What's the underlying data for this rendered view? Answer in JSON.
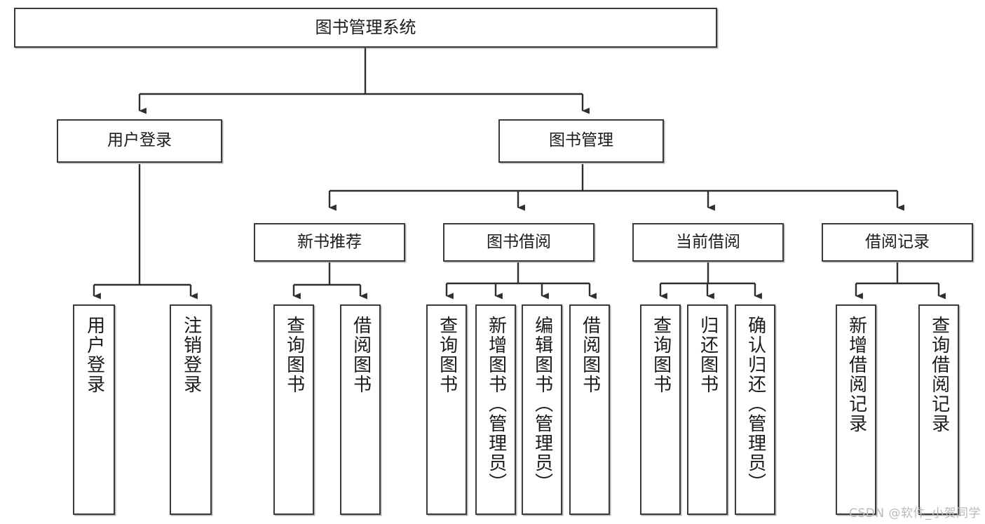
{
  "diagram": {
    "title": "图书管理系统",
    "type": "tree-hierarchy",
    "watermark": "CSDN @软件_小贺同学",
    "nodes": {
      "root": {
        "label": "图书管理系统"
      },
      "level2": [
        {
          "id": "user-login",
          "label": "用户登录"
        },
        {
          "id": "book-manage",
          "label": "图书管理"
        }
      ],
      "level3": [
        {
          "id": "new-book-recommend",
          "label": "新书推荐"
        },
        {
          "id": "book-borrow",
          "label": "图书借阅"
        },
        {
          "id": "current-borrow",
          "label": "当前借阅"
        },
        {
          "id": "borrow-record",
          "label": "借阅记录"
        }
      ],
      "leaves": [
        {
          "id": "leaf-user-login",
          "label": "用户登录",
          "parent": "user-login"
        },
        {
          "id": "leaf-logout-login",
          "label": "注销登录",
          "parent": "user-login"
        },
        {
          "id": "leaf-query-book-1",
          "label": "查询图书",
          "parent": "new-book-recommend"
        },
        {
          "id": "leaf-borrow-book-1",
          "label": "借阅图书",
          "parent": "new-book-recommend"
        },
        {
          "id": "leaf-query-book-2",
          "label": "查询图书",
          "parent": "book-borrow"
        },
        {
          "id": "leaf-add-book",
          "label": "新增图书（管理员）",
          "parent": "book-borrow"
        },
        {
          "id": "leaf-edit-book",
          "label": "编辑图书（管理员）",
          "parent": "book-borrow"
        },
        {
          "id": "leaf-borrow-book-2",
          "label": "借阅图书",
          "parent": "book-borrow"
        },
        {
          "id": "leaf-query-book-3",
          "label": "查询图书",
          "parent": "current-borrow"
        },
        {
          "id": "leaf-return-book",
          "label": "归还图书",
          "parent": "current-borrow"
        },
        {
          "id": "leaf-confirm-return",
          "label": "确认归还（管理员）",
          "parent": "current-borrow"
        },
        {
          "id": "leaf-add-record",
          "label": "新增借阅记录",
          "parent": "borrow-record"
        },
        {
          "id": "leaf-query-record",
          "label": "查询借阅记录",
          "parent": "borrow-record"
        }
      ]
    },
    "colors": {
      "box_border": "#3a3a3a",
      "box_fill": "#ffffff",
      "edge": "#2f2f2f",
      "text": "#1b1b1b",
      "watermark": "#b9b9b9"
    }
  }
}
